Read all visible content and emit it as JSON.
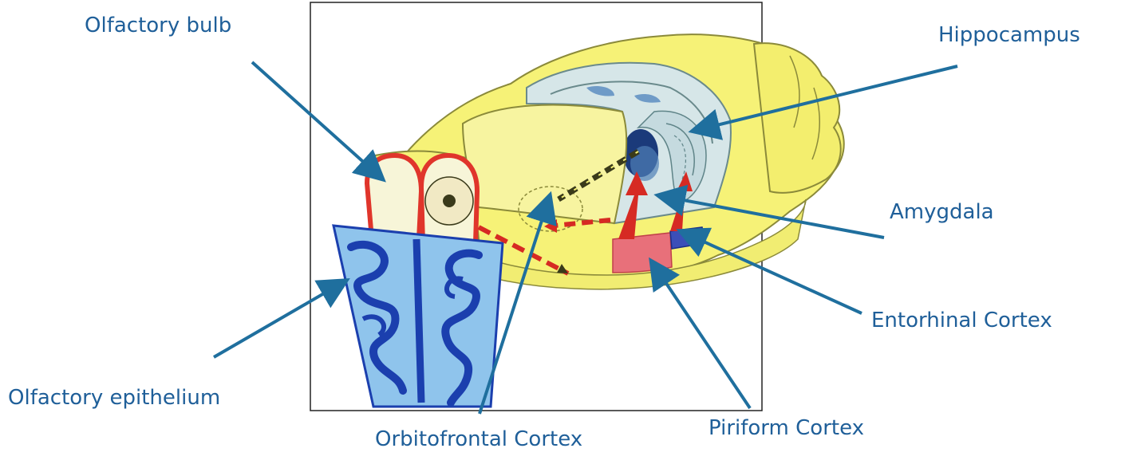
{
  "colors": {
    "label": "#1f5f99",
    "arrow": "#1f6f9e",
    "frame": "#222222",
    "brain_yellow": "#f6f277",
    "brain_outline": "#8b8a3a",
    "bulb_red": "#e0352b",
    "bulb_fill": "#f7f5d8",
    "epithelium_blue": "#1b3fae",
    "epithelium_light": "#8fc4ec",
    "hippocampus_fill": "#d6e6e8",
    "hippocampus_dark": "#1b3a7a",
    "pathway_red": "#d62a23",
    "pathway_dark": "#3a3a1a",
    "entorhinal_blue": "#3b4fb8",
    "piriform_pink": "#e8707a"
  },
  "labels": {
    "olfactory_bulb": "Olfactory bulb",
    "hippocampus": "Hippocampus",
    "amygdala": "Amygdala",
    "entorhinal_cortex": "Entorhinal Cortex",
    "olfactory_epithelium": "Olfactory epithelium",
    "orbitofrontal_cortex": "Orbitofrontal Cortex",
    "piriform_cortex": "Piriform Cortex"
  }
}
